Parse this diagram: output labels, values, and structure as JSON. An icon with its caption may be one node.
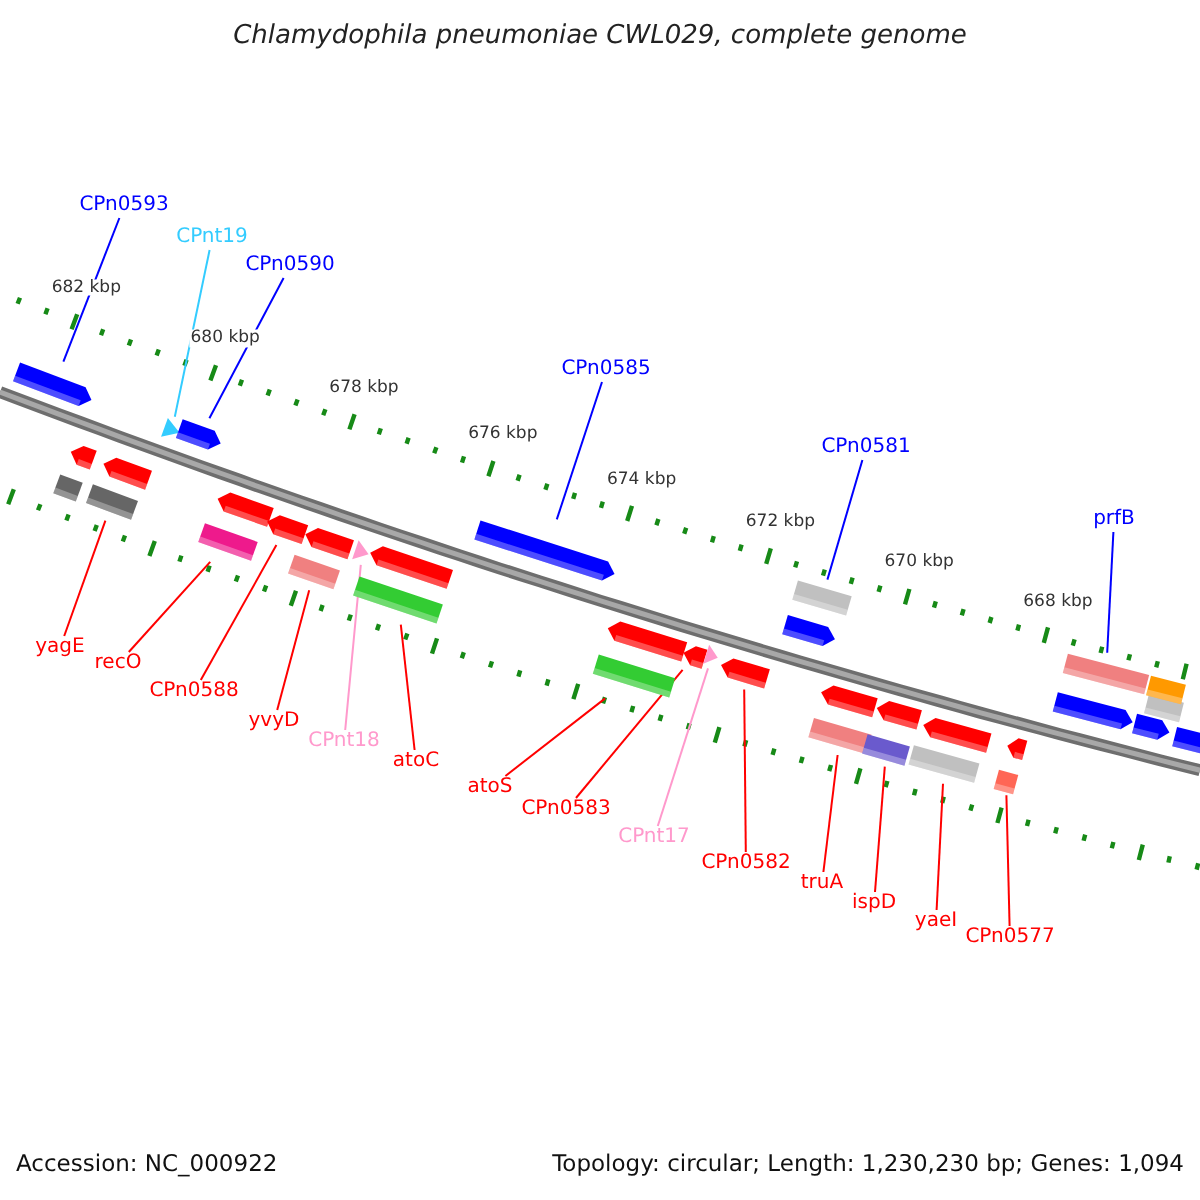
{
  "diagram": {
    "title": "Chlamydophila pneumoniae CWL029, complete genome",
    "nodes": [
      {
        "text": [
          "CPn0593"
        ]
      },
      {
        "text": [
          "CPnt19"
        ]
      },
      {
        "text": [
          "CPn0590"
        ]
      },
      {
        "text": [
          "CPn0585"
        ]
      },
      {
        "text": [
          "CPn0581"
        ]
      },
      {
        "text": [
          "prfB"
        ]
      },
      {
        "text": [
          "yagE"
        ]
      },
      {
        "text": [
          "recO"
        ]
      },
      {
        "text": [
          "CPn0588"
        ]
      },
      {
        "text": [
          "yvyD"
        ]
      },
      {
        "text": [
          "CPnt18"
        ]
      },
      {
        "text": [
          "atoC"
        ]
      },
      {
        "text": [
          "atoS"
        ]
      },
      {
        "text": [
          "CPn0583"
        ]
      },
      {
        "text": [
          "CPnt17"
        ]
      },
      {
        "text": [
          "CPn0582"
        ]
      },
      {
        "text": [
          "truA"
        ]
      },
      {
        "text": [
          "ispD"
        ]
      },
      {
        "text": [
          "yaeI"
        ]
      },
      {
        "text": [
          "CPn0577"
        ]
      },
      {
        "text": [],
        "shape": "arrow"
      },
      {
        "text": [],
        "shape": "box"
      },
      {
        "text": [],
        "shape": "arrow"
      },
      {
        "text": [],
        "shape": "box"
      },
      {
        "text": [],
        "shape": "arrow"
      },
      {
        "text": [],
        "shape": "triangle"
      },
      {
        "text": [],
        "shape": "arrow"
      },
      {
        "text": [],
        "shape": "box"
      },
      {
        "text": [],
        "shape": "arrow"
      },
      {
        "text": [],
        "shape": "arrow"
      },
      {
        "text": [],
        "shape": "box"
      },
      {
        "text": [],
        "shape": "arrow"
      },
      {
        "text": [],
        "shape": "triangle"
      },
      {
        "text": [],
        "shape": "box"
      },
      {
        "text": [],
        "shape": "arrow"
      },
      {
        "text": [],
        "shape": "arrow"
      },
      {
        "text": [],
        "shape": "box"
      },
      {
        "text": [],
        "shape": "arrow"
      },
      {
        "text": [],
        "shape": "arrow"
      },
      {
        "text": [],
        "shape": "triangle"
      },
      {
        "text": [],
        "shape": "arrow"
      },
      {
        "text": [],
        "shape": "arrow"
      },
      {
        "text": [],
        "shape": "box"
      },
      {
        "text": [],
        "shape": "box"
      },
      {
        "text": [],
        "shape": "arrow"
      },
      {
        "text": [],
        "shape": "box"
      },
      {
        "text": [],
        "shape": "arrow"
      },
      {
        "text": [],
        "shape": "box"
      },
      {
        "text": [],
        "shape": "arrow"
      },
      {
        "text": [],
        "shape": "box"
      },
      {
        "text": [],
        "shape": "arrow"
      },
      {
        "text": [],
        "shape": "arrow"
      },
      {
        "text": [],
        "shape": "box"
      },
      {
        "text": [],
        "shape": "arrow"
      },
      {
        "text": [],
        "shape": "box"
      },
      {
        "text": [],
        "shape": "box"
      },
      {
        "text": [],
        "shape": "arrow"
      }
    ],
    "edges": [
      {
        "from": 0,
        "to": 20,
        "arrow": "none",
        "color": "#0000ff"
      },
      {
        "from": 1,
        "to": 25,
        "arrow": "none",
        "color": "#33ccff"
      },
      {
        "from": 2,
        "to": 26,
        "arrow": "none",
        "color": "#0000ff"
      },
      {
        "from": 3,
        "to": 35,
        "arrow": "none",
        "color": "#0000ff"
      },
      {
        "from": 4,
        "to": 42,
        "arrow": "none",
        "color": "#0000ff"
      },
      {
        "from": 5,
        "to": 52,
        "arrow": "none",
        "color": "#0000ff"
      },
      {
        "from": 6,
        "to": 23,
        "arrow": "none"
      },
      {
        "from": 7,
        "to": 27,
        "arrow": "none"
      },
      {
        "from": 8,
        "to": 29,
        "arrow": "none"
      },
      {
        "from": 9,
        "to": 30,
        "arrow": "none"
      },
      {
        "from": 10,
        "to": 32,
        "arrow": "none",
        "color": "#ff99cc"
      },
      {
        "from": 11,
        "to": 33,
        "arrow": "none"
      },
      {
        "from": 12,
        "to": 36,
        "arrow": "none"
      },
      {
        "from": 13,
        "to": 38,
        "arrow": "none"
      },
      {
        "from": 14,
        "to": 39,
        "arrow": "none",
        "color": "#ff99cc"
      },
      {
        "from": 15,
        "to": 40,
        "arrow": "none"
      },
      {
        "from": 16,
        "to": 43,
        "arrow": "none"
      },
      {
        "from": 17,
        "to": 45,
        "arrow": "none"
      },
      {
        "from": 18,
        "to": 47,
        "arrow": "none"
      },
      {
        "from": 19,
        "to": 49,
        "arrow": "none"
      }
    ],
    "labels": [
      "682 kbp",
      "680 kbp",
      "678 kbp",
      "676 kbp",
      "674 kbp",
      "672 kbp",
      "670 kbp",
      "668 kbp",
      "Accession: NC_000922",
      "Topology: circular; Length: 1,230,230 bp; Genes: 1,094"
    ]
  }
}
